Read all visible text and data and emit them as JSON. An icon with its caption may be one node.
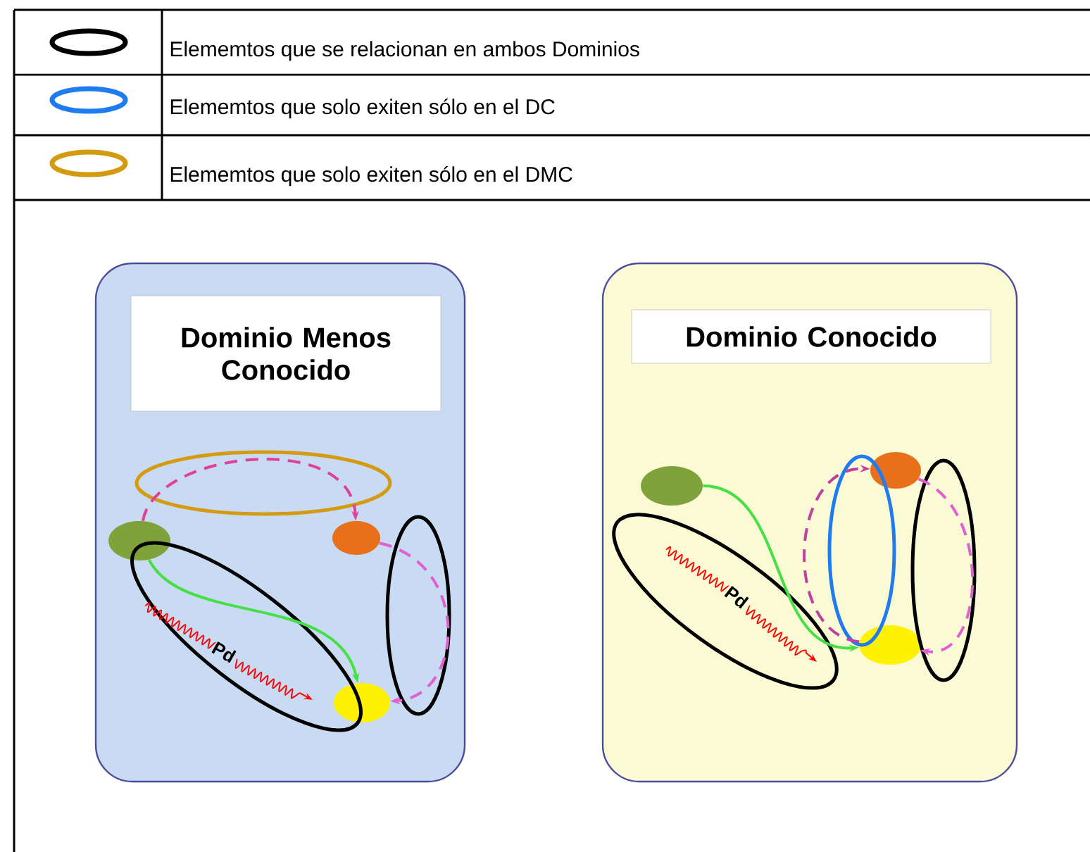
{
  "diagram": {
    "nodes": [
      {
        "text": [
          "Dominio Menos Conocido"
        ]
      },
      {
        "text": [],
        "shape": "circle",
        "in": 0
      },
      {
        "text": [],
        "shape": "circle",
        "in": 0
      },
      {
        "text": [],
        "shape": "circle",
        "in": 0
      },
      {
        "text": [
          "Dominio Conocido"
        ]
      },
      {
        "text": [],
        "shape": "circle",
        "in": 4
      },
      {
        "text": [],
        "shape": "circle",
        "in": 4
      },
      {
        "text": [],
        "shape": "circle",
        "in": 4
      }
    ],
    "edges": [
      {
        "from": 1,
        "to": 2,
        "arrow": "to",
        "style": "dashed",
        "color": "#e0409a"
      },
      {
        "from": 1,
        "to": 3,
        "arrow": "to",
        "color": "#44e044"
      },
      {
        "from": 2,
        "to": 3,
        "arrow": "to",
        "style": "dashed",
        "color": "#e060d0"
      },
      {
        "from": 5,
        "to": 7,
        "arrow": "to",
        "color": "#44e044"
      },
      {
        "from": 7,
        "to": 6,
        "arrow": "to",
        "style": "dashed",
        "color": "#c040a0"
      },
      {
        "from": 6,
        "to": 7,
        "arrow": "to",
        "style": "dashed",
        "color": "#e060d0"
      }
    ],
    "labels": [
      "Pd",
      "Pd"
    ],
    "legend": [
      {
        "text": "Elememtos que se relacionan en ambos Dominios",
        "color": "#000000"
      },
      {
        "text": "Elememtos que solo exiten sólo en el DC",
        "color": "#1f7bf0"
      },
      {
        "text": "Elememtos que solo exiten sólo en el DMC",
        "color": "#d49a10"
      }
    ]
  }
}
